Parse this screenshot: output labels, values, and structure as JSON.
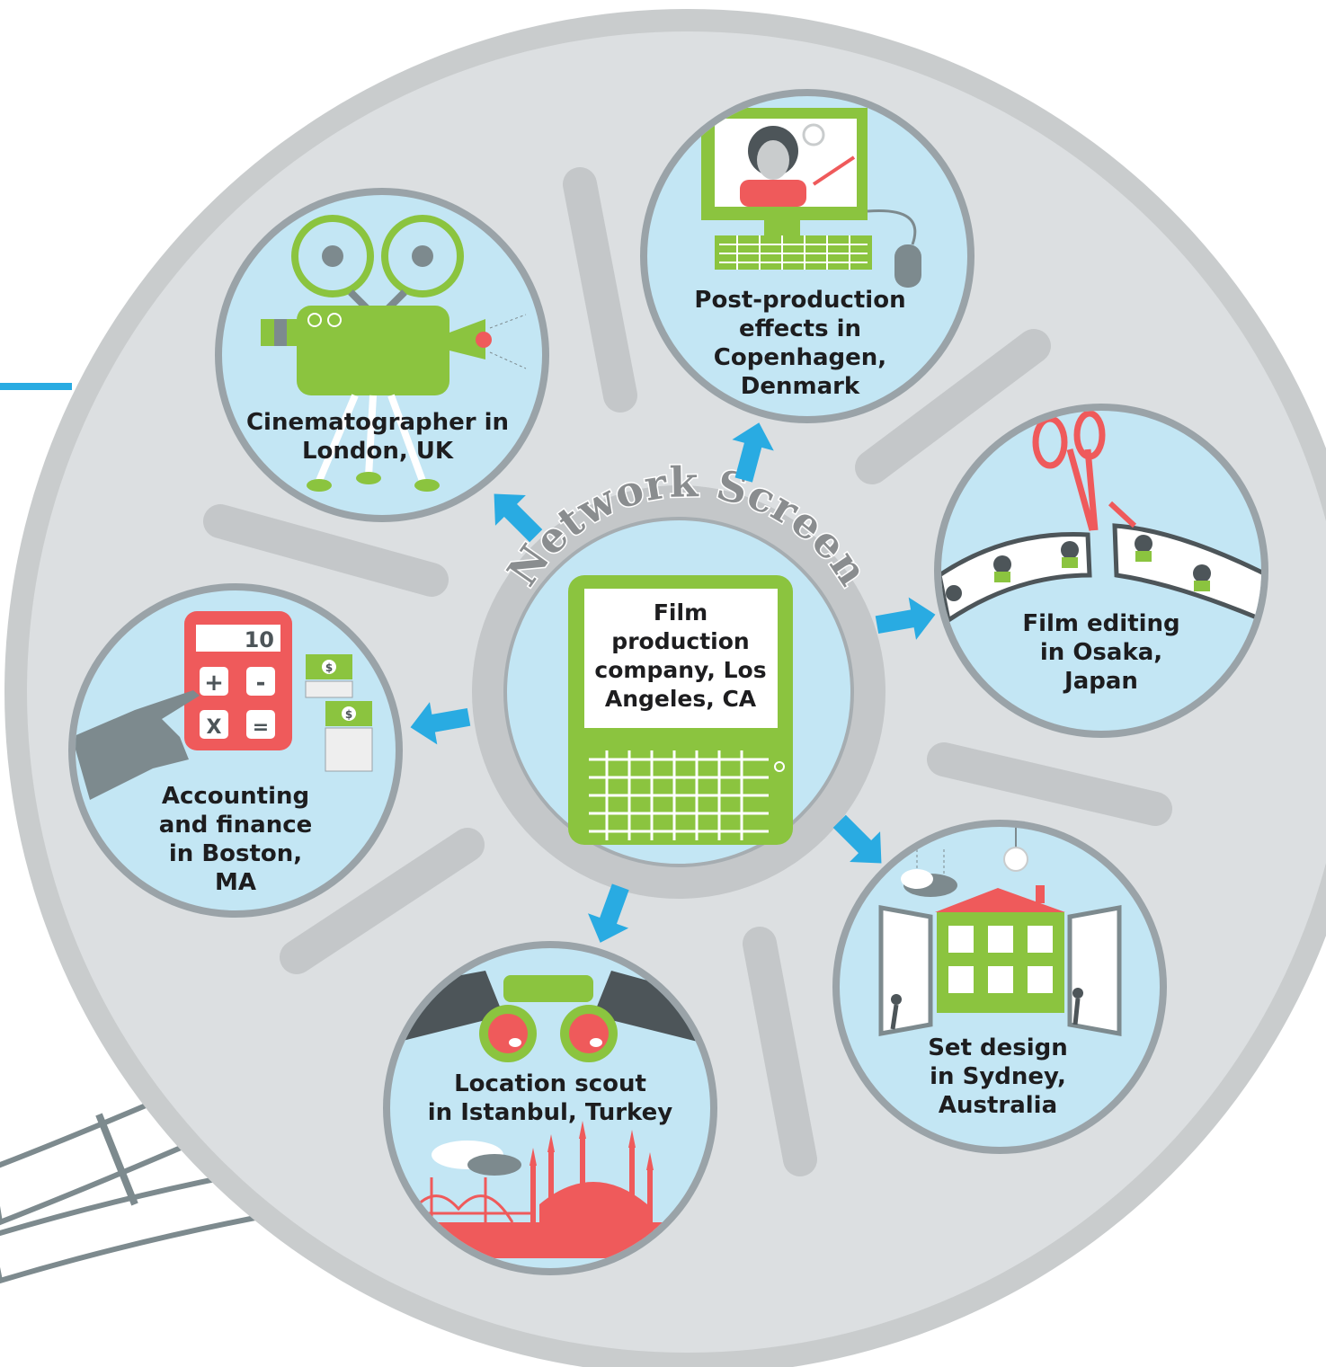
{
  "title": "Network Screen",
  "hub": {
    "line1": "Film",
    "line2": "production",
    "line3": "company, Los",
    "line4": "Angeles, CA"
  },
  "nodes": [
    {
      "id": "london",
      "icon": "film-camera-icon",
      "lines": [
        "Cinematographer in",
        "London, UK"
      ]
    },
    {
      "id": "copenhagen",
      "icon": "computer-artist-icon",
      "lines": [
        "Post-production",
        "effects in",
        "Copenhagen,",
        "Denmark"
      ]
    },
    {
      "id": "osaka",
      "icon": "film-strip-scissors-icon",
      "lines": [
        "Film editing",
        "in Osaka,",
        "Japan"
      ]
    },
    {
      "id": "sydney",
      "icon": "set-house-icon",
      "lines": [
        "Set design",
        "in Sydney,",
        "Australia"
      ]
    },
    {
      "id": "istanbul",
      "icon": "binoculars-skyline-icon",
      "lines": [
        "Location scout",
        "in Istanbul, Turkey"
      ]
    },
    {
      "id": "boston",
      "icon": "calculator-money-icon",
      "lines": [
        "Accounting",
        "and finance",
        "in Boston,",
        "MA"
      ]
    }
  ],
  "calculator": {
    "display": "10",
    "plus": "+",
    "minus": "-",
    "times": "X",
    "equals": "=",
    "bill": "$"
  },
  "colors": {
    "reel": "#dcdfe1",
    "reel_rim": "#c6c9cb",
    "node_bg": "#c3e6f4",
    "node_ring": "#9aa3a8",
    "accent_green": "#8bc43f",
    "accent_red": "#ef5a5b",
    "arrow_blue": "#29abe2",
    "dark": "#1d1d1f"
  }
}
